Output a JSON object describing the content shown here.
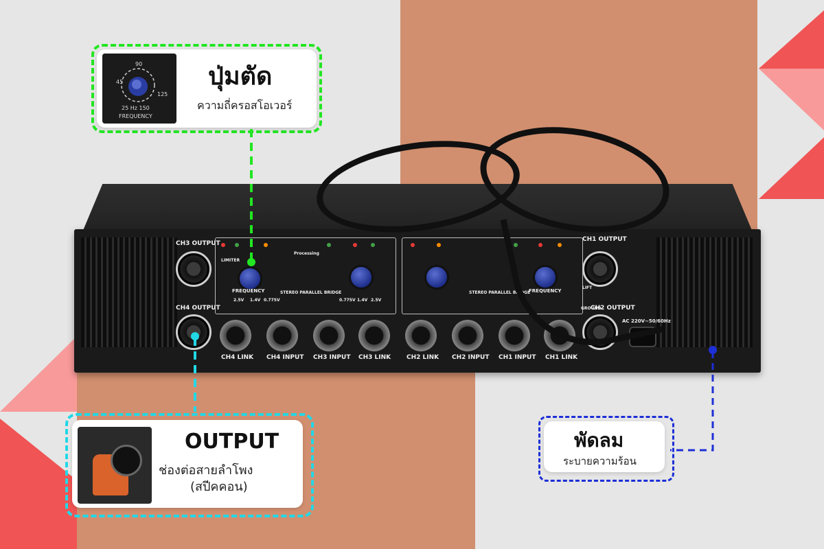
{
  "palette": {
    "background": "#e6e6e6",
    "peach": "#d18f6f",
    "red": "#f05454",
    "pink": "#f99a9a",
    "green": "#22e622",
    "cyan": "#22d8e6",
    "blue": "#1d2fd6"
  },
  "callouts": {
    "crossover": {
      "title": "ปุ่มตัด",
      "subtitle": "ความถี่ครอสโอเวอร์",
      "thumb_labels": {
        "freq": "FREQUENCY",
        "hz": "25 Hz 150",
        "top": "90",
        "left": "45",
        "right": "125"
      }
    },
    "output": {
      "title": "OUTPUT",
      "subtitle_line1": "ช่องต่อสายลำโพง",
      "subtitle_line2": "(สปีคคอน)"
    },
    "fan": {
      "title": "พัดลม",
      "subtitle": "ระบายความร้อน"
    }
  },
  "amplifier": {
    "ch3_output": "CH3 OUTPUT",
    "ch4_output": "CH4 OUTPUT",
    "ch1_output": "CH1 OUTPUT",
    "ch2_output": "CH2 OUTPUT",
    "bottom_labels": [
      "CH4 LINK",
      "CH4 INPUT",
      "CH3 INPUT",
      "CH3 LINK",
      "CH2 LINK",
      "CH2 INPUT",
      "CH1 INPUT",
      "CH1 LINK"
    ],
    "frequency_label": "FREQUENCY",
    "limiter_label": "LIMITER",
    "processing_label": "Processing",
    "mode_label": "STEREO PARALLEL BRIDGE",
    "ground_label": "GROUND",
    "lift_label": "LIFT",
    "power_label": "AC 220V~50/60Hz",
    "sensitivity_left": [
      "2.5V",
      "1.4V",
      "0.775V"
    ],
    "sensitivity_right": [
      "0.775V",
      "1.4V",
      "2.5V"
    ]
  }
}
